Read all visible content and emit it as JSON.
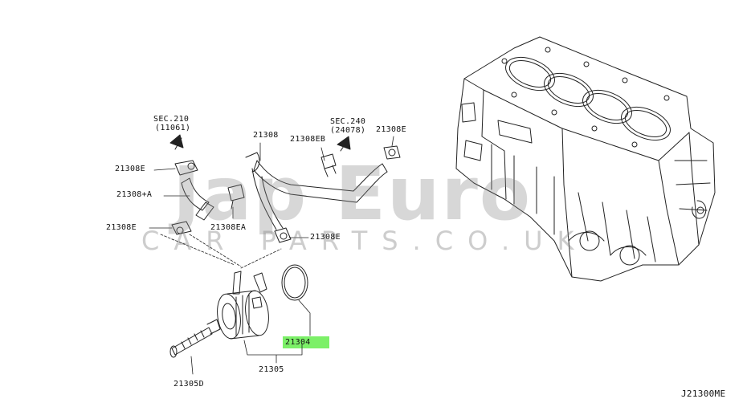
{
  "diagram_id": "J21300ME",
  "watermark": {
    "brand": "Jap Euro",
    "site": "CAR PARTS.CO.UK"
  },
  "highlight_color": "#7CF068",
  "labels": {
    "sec210": "SEC.210",
    "sec210_sub": "(11061)",
    "sec240": "SEC.240",
    "sec240_sub": "(24078)",
    "p21308": "21308",
    "p21308EB": "21308EB",
    "p21308E_top_right": "21308E",
    "p21308E_left": "21308E",
    "p21308plusA": "21308+A",
    "p21308E_lower_left": "21308E",
    "p21308EA": "21308EA",
    "p21308E_lower_mid": "21308E",
    "p21304": "21304",
    "p21305": "21305",
    "p21305D": "21305D"
  }
}
